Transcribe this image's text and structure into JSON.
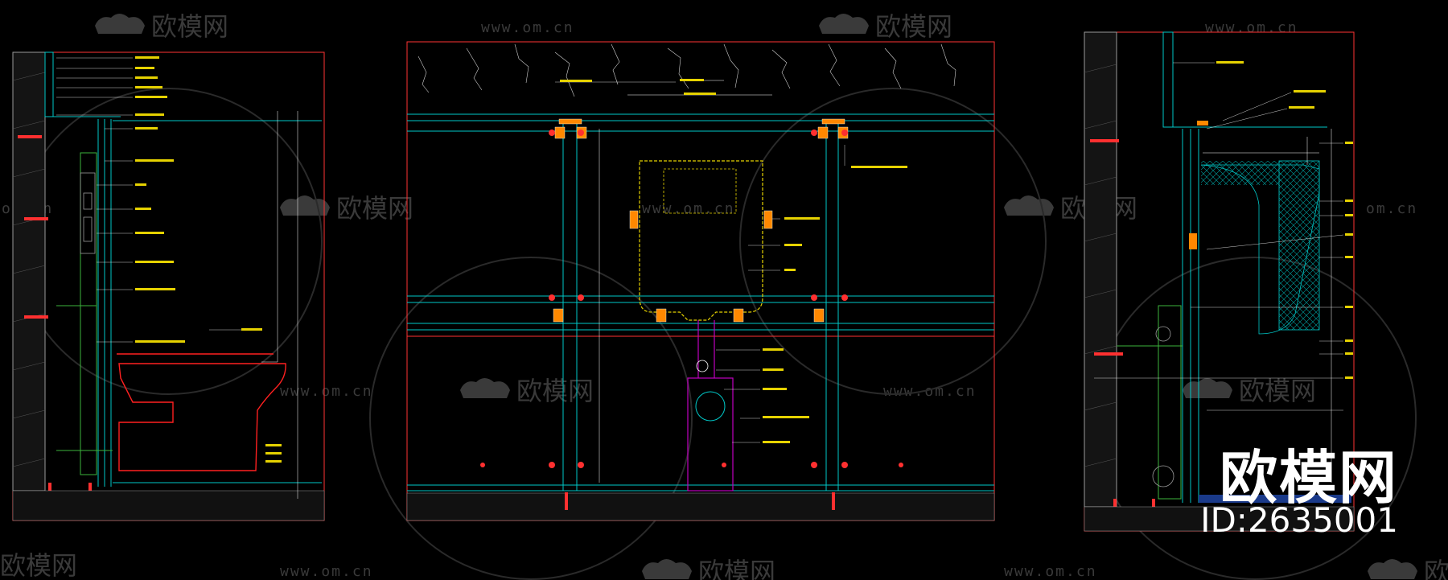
{
  "watermark": {
    "brand": "欧模网",
    "url": "www.om.cn",
    "url_partial": "om.cn"
  },
  "overlay": {
    "logo": "欧模网",
    "id": "ID:2635001"
  },
  "colors": {
    "background": "#000000",
    "frame": "#ff3333",
    "wall": "#9a9a9a",
    "cyan": "#00c8c8",
    "yellow": "#e6d200",
    "green": "#3cb43c",
    "magenta": "#c000c0",
    "red_fixture": "#ff2020",
    "white": "#ffffff",
    "watermark": "#3a3a3a"
  },
  "panels": [
    {
      "id": "left-section"
    },
    {
      "id": "center-elevation"
    },
    {
      "id": "right-section"
    }
  ]
}
